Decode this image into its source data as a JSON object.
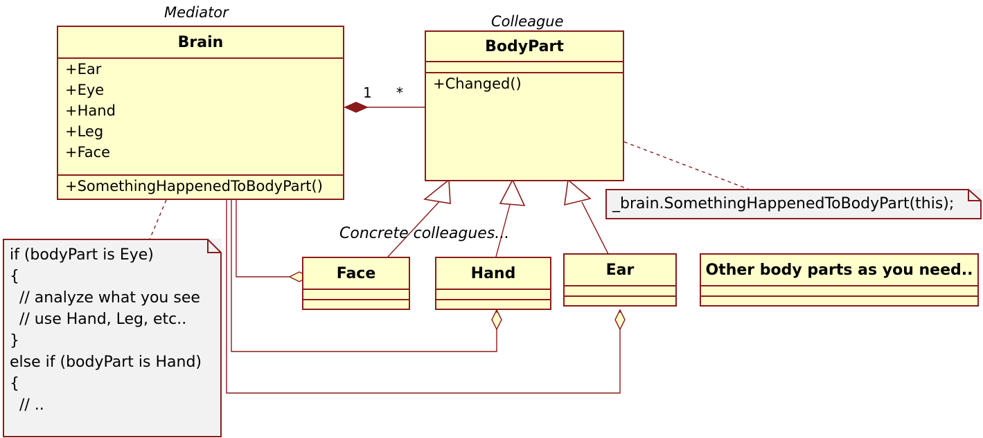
{
  "diagram": {
    "title": "Mediator pattern UML class diagram",
    "colors": {
      "class_fill": "#ffffcc",
      "class_border": "#8b1a1a",
      "note_fill": "#f2f2f2",
      "note_border": "#8b1a1a",
      "edge": "#8b1a1a",
      "background": "#ffffff",
      "text": "#000000"
    }
  },
  "stereotypes": {
    "mediator": "Mediator",
    "colleague": "Colleague",
    "concrete_colleagues": "Concrete colleagues..."
  },
  "multiplicity": {
    "brain_side": "1",
    "bodypart_side": "*"
  },
  "classes": {
    "brain": {
      "name": "Brain",
      "attributes": [
        "+Ear",
        "+Eye",
        "+Hand",
        "+Leg",
        "+Face"
      ],
      "operations": [
        "+SomethingHappenedToBodyPart()"
      ]
    },
    "bodypart": {
      "name": "BodyPart",
      "attributes": [],
      "operations": [
        "+Changed()"
      ]
    },
    "face": {
      "name": "Face",
      "attributes": [],
      "operations": []
    },
    "hand": {
      "name": "Hand",
      "attributes": [],
      "operations": []
    },
    "ear": {
      "name": "Ear",
      "attributes": [],
      "operations": []
    },
    "other": {
      "name": "Other body parts as you need..",
      "attributes": [],
      "operations": []
    }
  },
  "notes": {
    "brain_note": {
      "text": "if (bodyPart is Eye)\n{\n  // analyze what you see\n  // use Hand, Leg, etc..\n}\nelse if (bodyPart is Hand)\n{\n  // .."
    },
    "bodypart_note": {
      "text": "_brain.SomethingHappenedToBodyPart(this);"
    }
  },
  "relations": [
    {
      "name": "brain-composition-bodypart",
      "kind": "composition",
      "from": "Brain",
      "to": "BodyPart",
      "from_multiplicity": "1",
      "to_multiplicity": "*"
    },
    {
      "name": "face-inherits-bodypart",
      "kind": "generalization",
      "from": "Face",
      "to": "BodyPart"
    },
    {
      "name": "hand-inherits-bodypart",
      "kind": "generalization",
      "from": "Hand",
      "to": "BodyPart"
    },
    {
      "name": "ear-inherits-bodypart",
      "kind": "generalization",
      "from": "Ear",
      "to": "BodyPart"
    },
    {
      "name": "brain-aggregates-face",
      "kind": "aggregation",
      "from": "Brain",
      "to": "Face"
    },
    {
      "name": "brain-aggregates-hand",
      "kind": "aggregation",
      "from": "Brain",
      "to": "Hand"
    },
    {
      "name": "brain-aggregates-ear",
      "kind": "aggregation",
      "from": "Brain",
      "to": "Ear"
    },
    {
      "name": "brain-note-anchor",
      "kind": "note-link",
      "from": "Brain",
      "to": "brain_note"
    },
    {
      "name": "bodypart-note-anchor",
      "kind": "note-link",
      "from": "BodyPart",
      "to": "bodypart_note"
    }
  ]
}
